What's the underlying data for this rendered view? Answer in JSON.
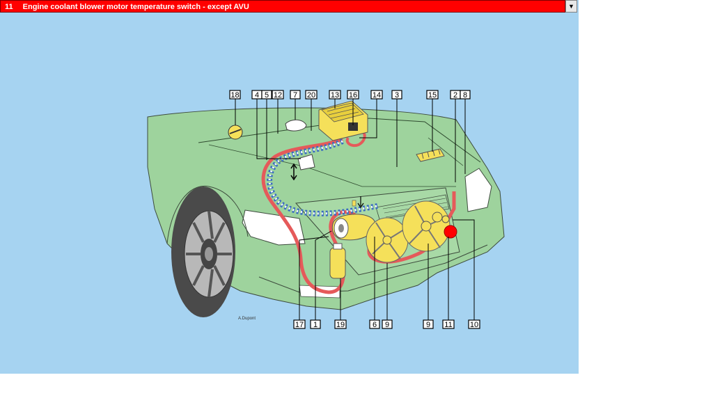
{
  "header": {
    "number": "11",
    "title": "Engine coolant blower motor temperature switch - except AVU"
  },
  "diagram": {
    "callouts": [
      "18",
      "4",
      "5",
      "12",
      "7",
      "20",
      "13",
      "16",
      "14",
      "3",
      "15",
      "2",
      "8",
      "17",
      "1",
      "19",
      "6",
      "9",
      "9",
      "11",
      "10"
    ],
    "signature": "A.Dupont"
  },
  "colors": {
    "background": "#a6d3f1",
    "titlebar": "#ff0000",
    "car_body": "#9ed39d",
    "hose_red": "#e55a5a",
    "hose_blue": "#3a6cc0",
    "component_yellow": "#f5e05a",
    "highlight_switch": "#ff0000"
  }
}
